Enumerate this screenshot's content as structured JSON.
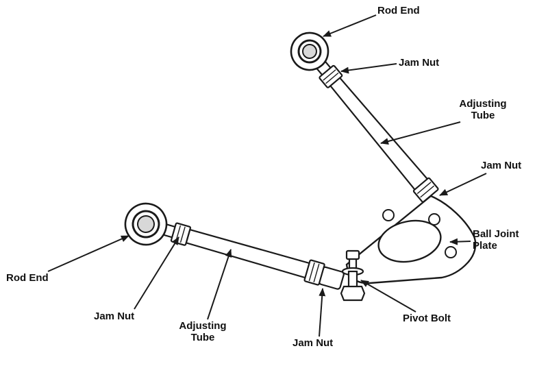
{
  "diagram": {
    "colors": {
      "ink": "#1a1a1a",
      "background": "#ffffff",
      "hole_shade": "#d8d8d8"
    },
    "labels": [
      {
        "id": "rod-end-top",
        "text": "Rod End"
      },
      {
        "id": "jam-nut-top",
        "text": "Jam Nut"
      },
      {
        "id": "adjusting-tube-upper",
        "text": "Adjusting Tube"
      },
      {
        "id": "jam-nut-right",
        "text": "Jam Nut"
      },
      {
        "id": "ball-joint-plate",
        "text": "Ball Joint Plate"
      },
      {
        "id": "pivot-bolt",
        "text": "Pivot Bolt"
      },
      {
        "id": "jam-nut-bottom",
        "text": "Jam Nut"
      },
      {
        "id": "adjusting-tube-lower",
        "text": "Adjusting Tube"
      },
      {
        "id": "jam-nut-lower-left",
        "text": "Jam Nut"
      },
      {
        "id": "rod-end-left",
        "text": "Rod End"
      }
    ]
  }
}
